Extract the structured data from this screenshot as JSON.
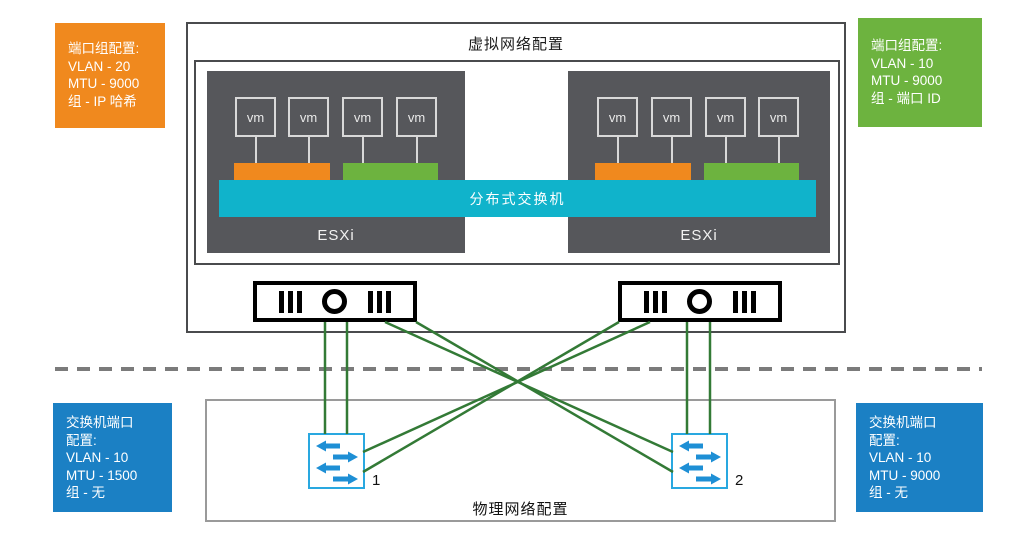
{
  "colors": {
    "orange": "#F0891E",
    "green": "#6DB33F",
    "blue": "#1B80C4",
    "cyan": "#10B3CB",
    "host_gray": "#56575B",
    "connection_green": "#337A36",
    "dash_gray": "#7B7B7B",
    "switch_border_blue": "#29A8E0",
    "switch_arrow_blue": "#1E8FD5"
  },
  "callouts": {
    "top_left": {
      "lines": [
        "端口组配置:",
        "VLAN - 20",
        "MTU - 9000",
        "组 - IP 哈希"
      ]
    },
    "top_right": {
      "lines": [
        "端口组配置:",
        "VLAN - 10",
        "MTU - 9000",
        "组 - 端口 ID"
      ]
    },
    "bottom_left": {
      "lines": [
        "交换机端口",
        "配置:",
        "VLAN - 10",
        "MTU - 1500",
        "组 - 无"
      ]
    },
    "bottom_right": {
      "lines": [
        "交换机端口",
        "配置:",
        "VLAN - 10",
        "MTU - 9000",
        "组 - 无"
      ]
    }
  },
  "virtual_section": {
    "title": "虚拟网络配置",
    "distributed_switch_label": "分布式交换机",
    "hosts": [
      {
        "label": "ESXi",
        "vms": [
          "vm",
          "vm",
          "vm",
          "vm"
        ]
      },
      {
        "label": "ESXi",
        "vms": [
          "vm",
          "vm",
          "vm",
          "vm"
        ]
      }
    ]
  },
  "physical_section": {
    "title": "物理网络配置",
    "switches": [
      {
        "label": "1"
      },
      {
        "label": "2"
      }
    ]
  }
}
